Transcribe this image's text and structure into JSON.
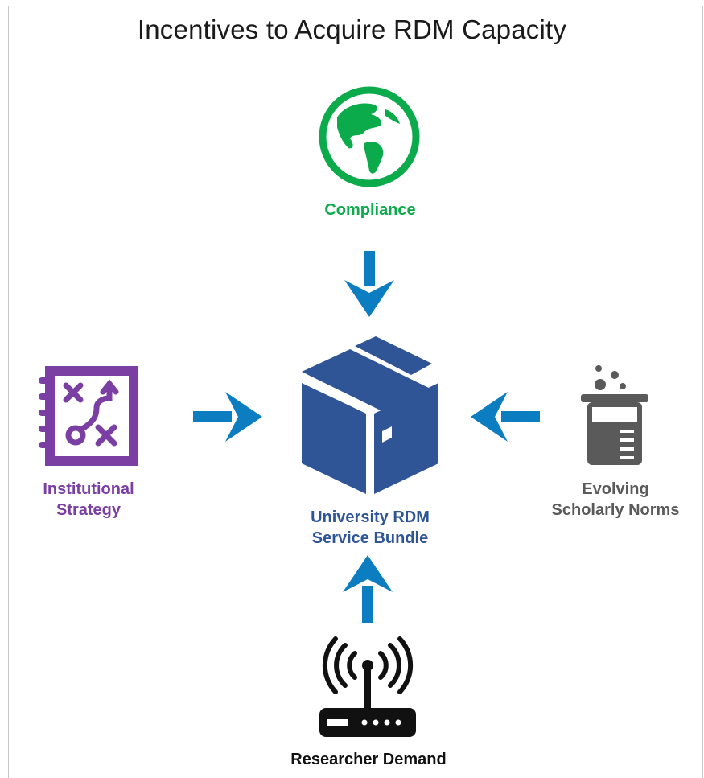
{
  "title": "Incentives to Acquire RDM Capacity",
  "colors": {
    "compliance": "#0bab4b",
    "strategy": "#7b3fa3",
    "norms": "#5a5a5a",
    "demand": "#111111",
    "center": "#2f5597",
    "arrow": "#0b7dc0"
  },
  "nodes": {
    "compliance": {
      "label": "Compliance",
      "icon": "globe-icon"
    },
    "strategy": {
      "line1": "Institutional",
      "line2": "Strategy",
      "icon": "strategy-playbook-icon"
    },
    "norms": {
      "line1": "Evolving",
      "line2": "Scholarly Norms",
      "icon": "beaker-icon"
    },
    "demand": {
      "label": "Researcher Demand",
      "icon": "wifi-router-icon"
    },
    "center": {
      "line1": "University RDM",
      "line2": "Service Bundle",
      "icon": "box-icon"
    }
  }
}
